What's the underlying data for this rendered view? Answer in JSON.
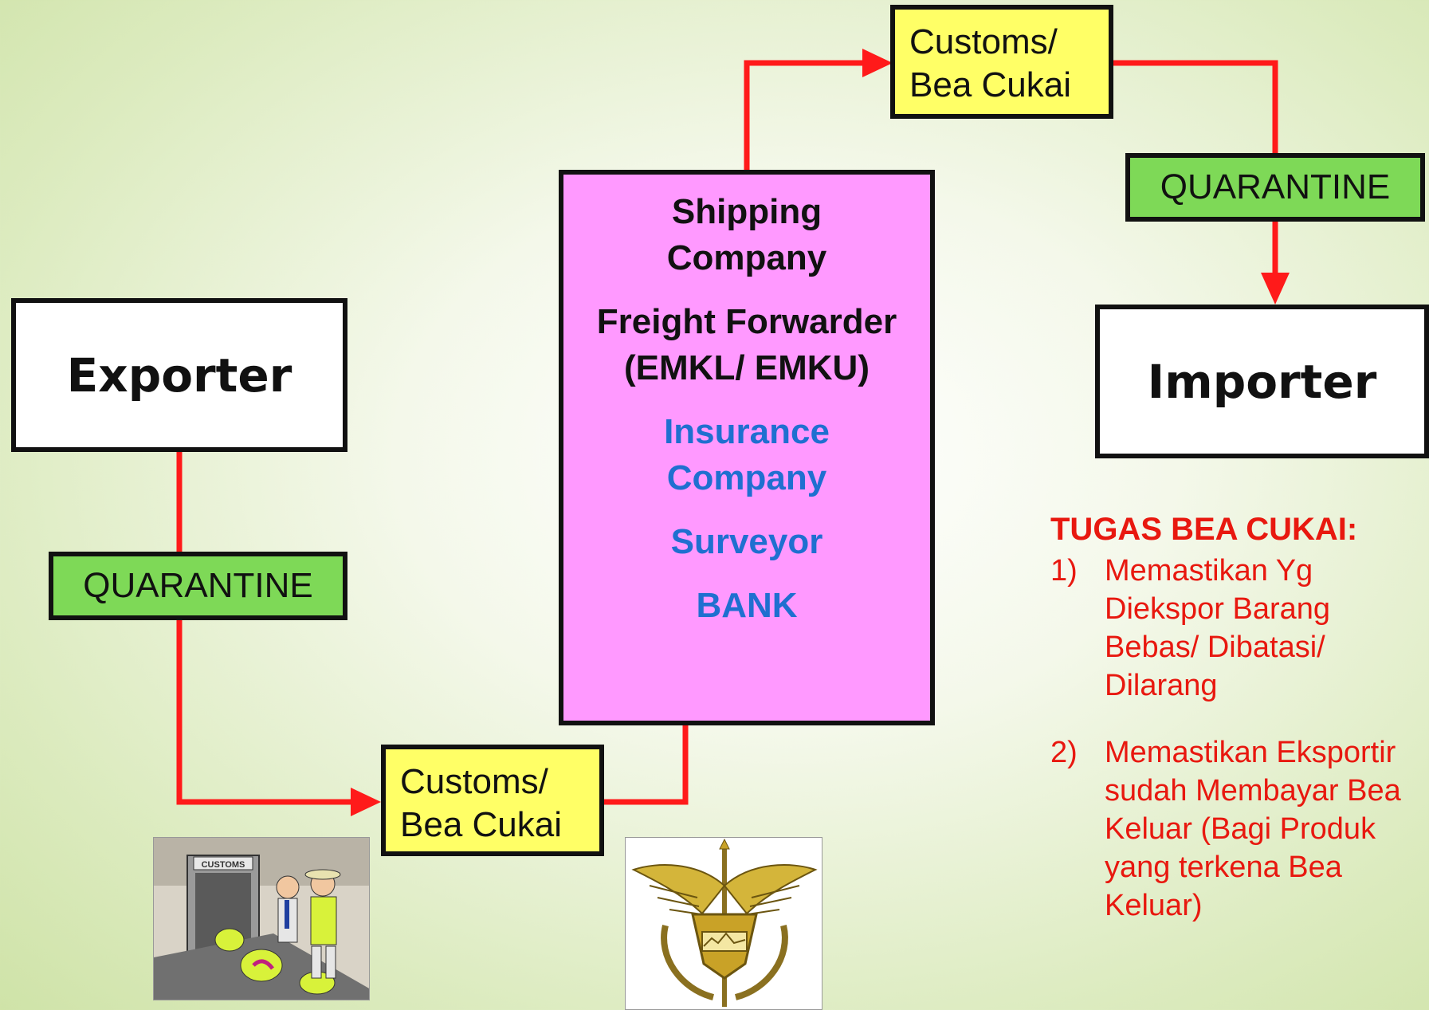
{
  "exporter": {
    "label": "Exporter"
  },
  "importer": {
    "label": "Importer"
  },
  "quarantine_left": {
    "label": "QUARANTINE"
  },
  "quarantine_right": {
    "label": "QUARANTINE"
  },
  "customs_top": {
    "line1": "Customs/",
    "line2": "Bea Cukai"
  },
  "customs_bottom": {
    "line1": "Customs/",
    "line2": "Bea Cukai"
  },
  "center": {
    "shipping": [
      "Shipping",
      "Company"
    ],
    "freight": [
      "Freight Forwarder",
      "(EMKL/ EMKU)"
    ],
    "insurance": [
      "Insurance",
      "Company"
    ],
    "surveyor": "Surveyor",
    "bank": "BANK"
  },
  "tasks": {
    "heading": "TUGAS BEA CUKAI:",
    "items": [
      {
        "num": "1)",
        "lines": [
          "Memastikan Yg",
          "Diekspor Barang",
          "Bebas/ Dibatasi/",
          "Dilarang"
        ]
      },
      {
        "num": "2)",
        "lines": [
          "Memastikan Eksportir",
          "sudah Membayar Bea",
          "Keluar (Bagi Produk",
          "yang terkena Bea",
          "Keluar)"
        ]
      }
    ]
  },
  "images": {
    "customs_cartoon_sign": "CUSTOMS",
    "emblem_icon": "customs-emblem-icon"
  },
  "colors": {
    "connector": "#ff1a1a",
    "pink": "#ff99ff",
    "yellow": "#ffff66",
    "green": "#7ed957",
    "blue_text": "#1f6fd0",
    "red_text": "#e8180f"
  }
}
